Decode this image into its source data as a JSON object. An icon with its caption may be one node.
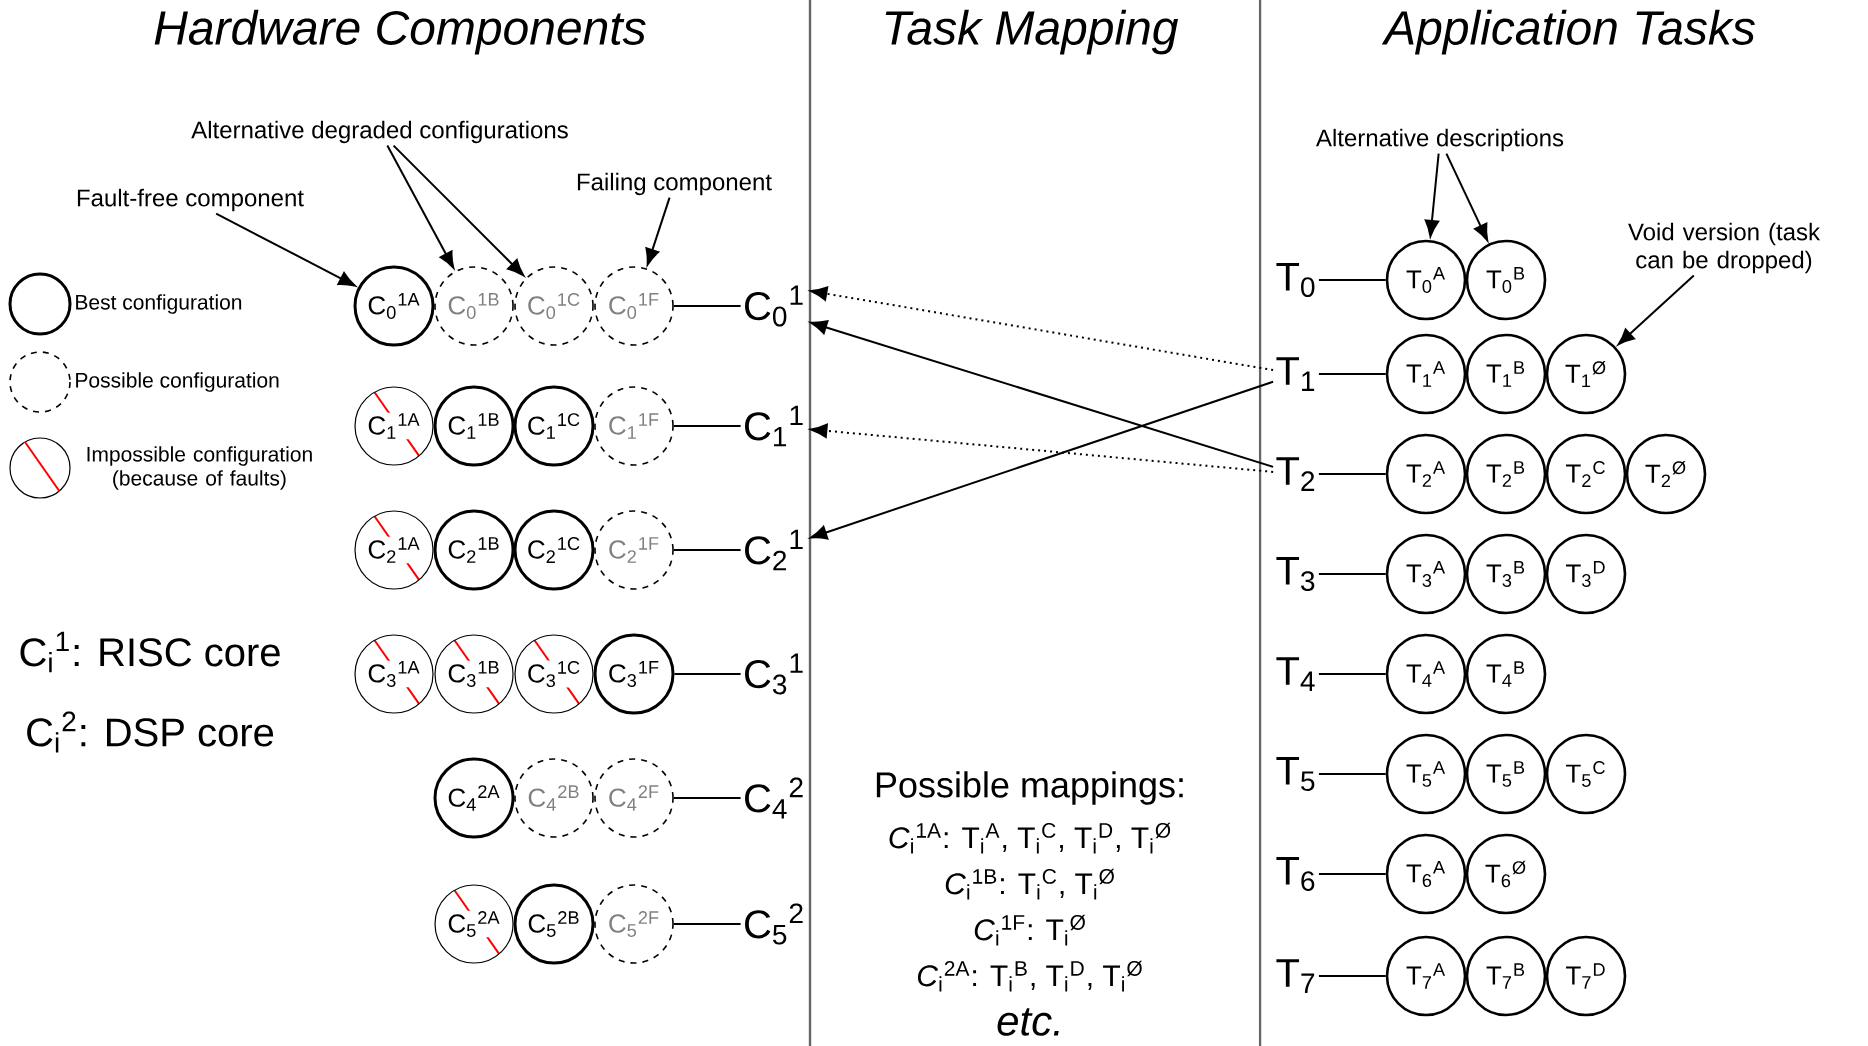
{
  "diagram": {
    "nodes": [
      {
        "text": [
          "Fault-free component"
        ]
      },
      {
        "text": [
          "Alternative degraded configurations"
        ]
      },
      {
        "text": [
          "Failing component"
        ]
      },
      {
        "text": [
          "C$_{0}$$^{1A}$"
        ]
      },
      {
        "text": [
          "C$_{0}$$^{1B}$"
        ]
      },
      {
        "text": [
          "C$_{0}$$^{1C}$"
        ]
      },
      {
        "text": [
          "C$_{0}$$^{1F}$"
        ]
      },
      {
        "text": [
          "C$_{0}$$^{1}$"
        ]
      },
      {
        "text": [
          "C$_{1}$$^{1A}$"
        ]
      },
      {
        "text": [
          "C$_{1}$$^{1B}$"
        ]
      },
      {
        "text": [
          "C$_{1}$$^{1C}$"
        ]
      },
      {
        "text": [
          "C$_{1}$$^{1F}$"
        ]
      },
      {
        "text": [
          "C$_{1}$$^{1}$"
        ]
      },
      {
        "text": [
          "C$_{2}$$^{1A}$"
        ]
      },
      {
        "text": [
          "C$_{2}$$^{1B}$"
        ]
      },
      {
        "text": [
          "C$_{2}$$^{1C}$"
        ]
      },
      {
        "text": [
          "C$_{2}$$^{1F}$"
        ]
      },
      {
        "text": [
          "C$_{2}$$^{1}$"
        ]
      },
      {
        "text": [
          "C$_{3}$$^{1A}$"
        ]
      },
      {
        "text": [
          "C$_{3}$$^{1B}$"
        ]
      },
      {
        "text": [
          "C$_{3}$$^{1C}$"
        ]
      },
      {
        "text": [
          "C$_{3}$$^{1F}$"
        ]
      },
      {
        "text": [
          "C$_{3}$$^{1}$"
        ]
      },
      {
        "text": [
          "C$_{4}$$^{2A}$"
        ]
      },
      {
        "text": [
          "C$_{4}$$^{2B}$"
        ]
      },
      {
        "text": [
          "C$_{4}$$^{2F}$"
        ]
      },
      {
        "text": [
          "C$_{4}$$^{2}$"
        ]
      },
      {
        "text": [
          "C$_{5}$$^{2A}$"
        ]
      },
      {
        "text": [
          "C$_{5}$$^{2B}$"
        ]
      },
      {
        "text": [
          "C$_{5}$$^{2F}$"
        ]
      },
      {
        "text": [
          "C$_{5}$$^{2}$"
        ]
      },
      {
        "text": [
          "Alternative descriptions"
        ]
      },
      {
        "text": [
          "Void version (task can be dropped)"
        ]
      },
      {
        "text": [
          "T$_{0}$"
        ]
      },
      {
        "text": [
          "T$_{0}$$^{A}$"
        ]
      },
      {
        "text": [
          "T$_{0}$$^{B}$"
        ]
      },
      {
        "text": [
          "T$_{1}$"
        ]
      },
      {
        "text": [
          "T$_{1}$$^{A}$"
        ]
      },
      {
        "text": [
          "T$_{1}$$^{B}$"
        ]
      },
      {
        "text": [
          "T$_{1}$$^{Ø}$"
        ]
      },
      {
        "text": [
          "T$_{2}$"
        ]
      },
      {
        "text": [
          "T$_{2}$$^{A}$"
        ]
      },
      {
        "text": [
          "T$_{2}$$^{B}$"
        ]
      },
      {
        "text": [
          "T$_{2}$$^{C}$"
        ]
      },
      {
        "text": [
          "T$_{2}$$^{Ø}$"
        ]
      },
      {
        "text": [
          "T$_{3}$"
        ]
      },
      {
        "text": [
          "T$_{3}$$^{A}$"
        ]
      },
      {
        "text": [
          "T$_{3}$$^{B}$"
        ]
      },
      {
        "text": [
          "T$_{3}$$^{D}$"
        ]
      },
      {
        "text": [
          "T$_{4}$"
        ]
      },
      {
        "text": [
          "T$_{4}$$^{A}$"
        ]
      },
      {
        "text": [
          "T$_{4}$$^{B}$"
        ]
      },
      {
        "text": [
          "T$_{5}$"
        ]
      },
      {
        "text": [
          "T$_{5}$$^{A}$"
        ]
      },
      {
        "text": [
          "T$_{5}$$^{B}$"
        ]
      },
      {
        "text": [
          "T$_{5}$$^{C}$"
        ]
      },
      {
        "text": [
          "T$_{6}$"
        ]
      },
      {
        "text": [
          "T$_{6}$$^{A}$"
        ]
      },
      {
        "text": [
          "T$_{6}$$^{Ø}$"
        ]
      },
      {
        "text": [
          "T$_{7}$"
        ]
      },
      {
        "text": [
          "T$_{7}$$^{A}$"
        ]
      },
      {
        "text": [
          "T$_{7}$$^{B}$"
        ]
      },
      {
        "text": [
          "T$_{7}$$^{D}$"
        ]
      }
    ],
    "edges": [
      {
        "from": 0,
        "to": 3,
        "arrow": "to"
      },
      {
        "from": 1,
        "to": 4,
        "arrow": "to"
      },
      {
        "from": 1,
        "to": 5,
        "arrow": "to"
      },
      {
        "from": 2,
        "to": 6,
        "arrow": "to"
      },
      {
        "from": 6,
        "to": 7,
        "arrow": "none"
      },
      {
        "from": 11,
        "to": 12,
        "arrow": "none"
      },
      {
        "from": 16,
        "to": 17,
        "arrow": "none"
      },
      {
        "from": 21,
        "to": 22,
        "arrow": "none"
      },
      {
        "from": 25,
        "to": 26,
        "arrow": "none"
      },
      {
        "from": 29,
        "to": 30,
        "arrow": "none"
      },
      {
        "from": 31,
        "to": 34,
        "arrow": "to"
      },
      {
        "from": 31,
        "to": 35,
        "arrow": "to"
      },
      {
        "from": 32,
        "to": 39,
        "arrow": "to"
      },
      {
        "from": 33,
        "to": 34,
        "arrow": "none"
      },
      {
        "from": 36,
        "to": 37,
        "arrow": "none"
      },
      {
        "from": 40,
        "to": 41,
        "arrow": "none"
      },
      {
        "from": 45,
        "to": 46,
        "arrow": "none"
      },
      {
        "from": 49,
        "to": 50,
        "arrow": "none"
      },
      {
        "from": 52,
        "to": 53,
        "arrow": "none"
      },
      {
        "from": 56,
        "to": 57,
        "arrow": "none"
      },
      {
        "from": 59,
        "to": 60,
        "arrow": "none"
      },
      {
        "from": 36,
        "to": 7,
        "arrow": "to",
        "style": "dashed"
      },
      {
        "from": 36,
        "to": 17,
        "arrow": "to"
      },
      {
        "from": 40,
        "to": 7,
        "arrow": "to"
      },
      {
        "from": 40,
        "to": 12,
        "arrow": "to",
        "style": "dashed"
      }
    ],
    "labels": [
      "Hardware Components",
      "Task Mapping",
      "Application Tasks",
      "C$_{i}$$^{1}$: RISC core",
      "C$_{i}$$^{2}$: DSP core",
      "Possible mappings:",
      "*C*$_{i}$$^{1A}$: T$_{i}$$^{A}$, T$_{i}$$^{C}$, T$_{i}$$^{D}$, T$_{i}$$^{Ø}$",
      "*C*$_{i}$$^{1B}$: T$_{i}$$^{C}$, T$_{i}$$^{Ø}$",
      "*C*$_{i}$$^{1F}$: T$_{i}$$^{Ø}$",
      "*C*$_{i}$$^{2A}$: T$_{i}$$^{B}$, T$_{i}$$^{D}$, T$_{i}$$^{Ø}$",
      "etc."
    ],
    "legend": [
      {
        "text": "Best configuration"
      },
      {
        "text": "Possible configuration"
      },
      {
        "text": "Impossible configuration (because of faults)"
      }
    ]
  }
}
